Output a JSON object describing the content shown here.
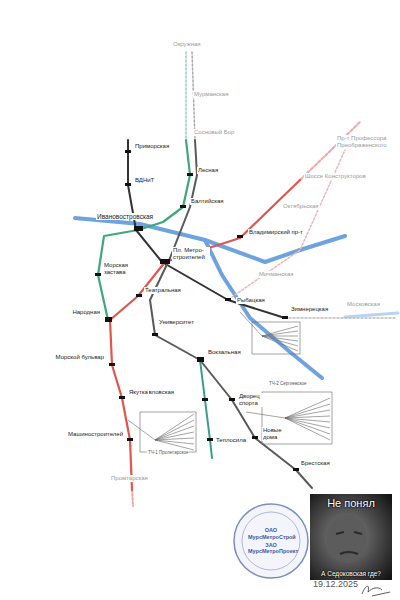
{
  "diagram": {
    "nodes": [
      {
        "text": [
          "ОАО МурсМетроСтрой",
          "ЗАО МурсМетроПроект"
        ]
      },
      {
        "text": [
          "Не понял",
          "А Седоковская где?"
        ]
      }
    ],
    "labels": [
      "Окружная",
      "Мурманская",
      "Сосновый Бор",
      "Приморская",
      "Лесная",
      "ВДНиТ",
      "Пр-т Профессора Преображенского",
      "Балтийская",
      "Шоссе Конструкторов",
      "Октябрьская",
      "Ивановостровская",
      "Пл. Метро- строителей",
      "Владимирский пр-т",
      "Мичманская",
      "Морская застава",
      "Театральная",
      "Рыбацкая",
      "Зимнерецкая",
      "Московская",
      "Народная",
      "Университет",
      "Морской бульвар",
      "Вокзальная",
      "Павловская",
      "Якутка",
      "Дворец спорта",
      "Теплосила",
      "Новые дома",
      "Машиностроителей",
      "Брестская",
      "Промтарская",
      "ТЧ-1 Пролетарское",
      "ТЧ-2 Сергиевское",
      "19.12.2025"
    ]
  }
}
